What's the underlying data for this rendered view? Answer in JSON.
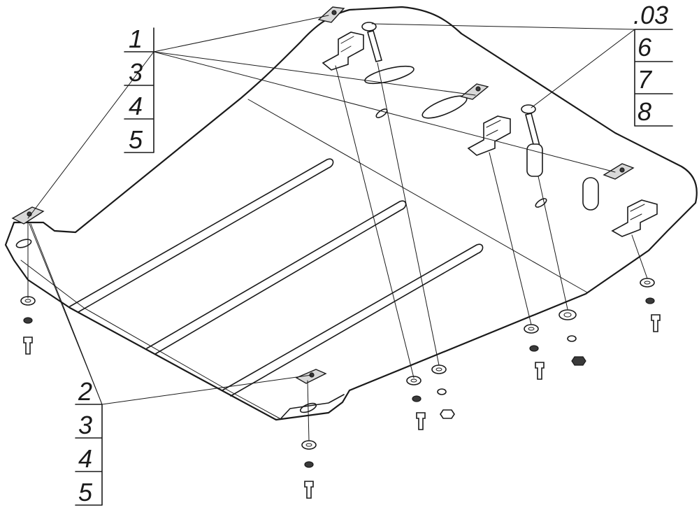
{
  "diagram": {
    "callout_groups": [
      {
        "id": "group-top-left",
        "labels": [
          "1",
          "3",
          "4",
          "5"
        ]
      },
      {
        "id": "group-top-right",
        "labels": [
          ".03",
          "6",
          "7",
          "8"
        ]
      },
      {
        "id": "group-bottom-left",
        "labels": [
          "2",
          "3",
          "4",
          "5"
        ]
      }
    ],
    "colors": {
      "line": "#1a1a1a",
      "background": "#ffffff",
      "shade": "#d9d9d9"
    }
  }
}
